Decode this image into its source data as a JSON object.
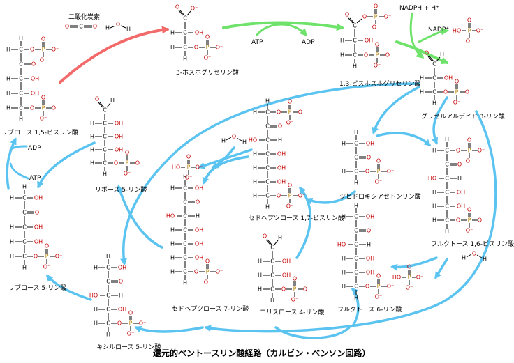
{
  "title": "還元的ペントースリン酸経路（カルビン・ベンソン回路）",
  "compounds": {
    "co2": "二酸化炭素",
    "pga": "3-ホスホグリセリン酸",
    "bpg": "1,3-ビスホスホグリセリン酸",
    "g3p": "グリセルアルデヒド 3-リン酸",
    "rubp": "リブロース 1,5-ビスリン酸",
    "r5p": "リボース 5-リン酸",
    "ru5p": "リブロース 5-リン酸",
    "x5p": "キシルロース 5-リン酸",
    "s7p": "セドヘプツロース 7-リン酸",
    "sbp": "セドヘプツロース 1,7-ビスリン酸",
    "e4p": "エリスロース 4-リン酸",
    "dhap": "ジヒドロキシアセトンリン酸",
    "fbp": "フルクトース 1,6-ビスリン酸",
    "f6p": "フルクトース 6-リン酸"
  },
  "cofactors": {
    "atp_a": "ATP",
    "adp_a": "ADP",
    "nadph": "NADPH + H⁺",
    "nadp": "NADP⁺",
    "atp_b": "ATP",
    "adp_b": "ADP"
  },
  "colors": {
    "calvin_arrow": "#5bc3f0",
    "carboxylation_arrow": "#f26a6a",
    "atp_arrow": "#6ee26a",
    "phosphate_p": "#b8860b",
    "oxygen": "#c40000"
  }
}
